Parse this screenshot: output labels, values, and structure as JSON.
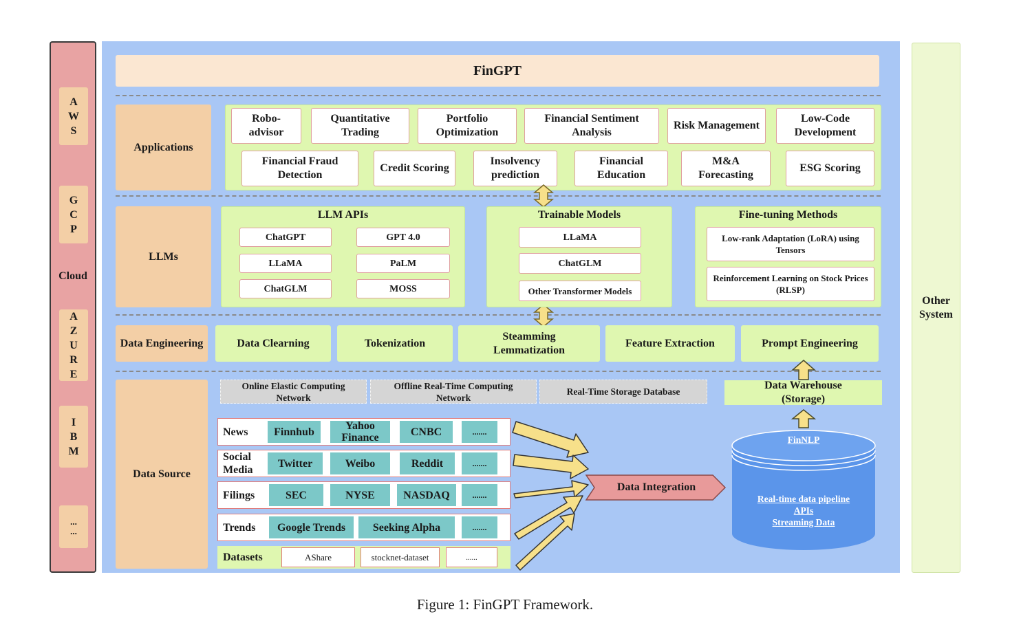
{
  "title": "FinGPT",
  "cloud": {
    "providers": [
      "A\nW\nS",
      "G\nC\nP",
      "A\nZ\nU\nR\nE",
      "I\nB\nM",
      "...\n..."
    ],
    "label": "Cloud"
  },
  "other_system": "Other System",
  "layers": {
    "applications": "Applications",
    "llms": "LLMs",
    "data_engineering": "Data Engineering",
    "data_source": "Data Source"
  },
  "applications": {
    "row1": [
      "Robo-advisor",
      "Quantitative Trading",
      "Portfolio Optimization",
      "Financial Sentiment Analysis",
      "Risk Management",
      "Low-Code Development"
    ],
    "row2": [
      "Financial Fraud Detection",
      "Credit Scoring",
      "Insolvency prediction",
      "Financial Education",
      "M&A Forecasting",
      "ESG Scoring"
    ]
  },
  "llm_apis": {
    "title": "LLM APIs",
    "items": [
      "ChatGPT",
      "GPT 4.0",
      "LLaMA",
      "PaLM",
      "ChatGLM",
      "MOSS"
    ]
  },
  "trainable_models": {
    "title": "Trainable Models",
    "items": [
      "LLaMA",
      "ChatGLM",
      "Other Transformer Models"
    ]
  },
  "finetuning": {
    "title": "Fine-tuning Methods",
    "items": [
      "Low-rank Adaptation (LoRA) using Tensors",
      "Reinforcement Learning on Stock Prices (RLSP)"
    ]
  },
  "data_engineering": [
    "Data Clearning",
    "Tokenization",
    "Steamming Lemmatization",
    "Feature Extraction",
    "Prompt Engineering"
  ],
  "computing": [
    "Online Elastic Computing Network",
    "Offline Real-Time Computing Network",
    "Real-Time Storage Database"
  ],
  "data_warehouse": "Data Warehouse (Storage)",
  "sources": [
    {
      "label": "News",
      "items": [
        "Finnhub",
        "Yahoo Finance",
        "CNBC",
        "......."
      ]
    },
    {
      "label": "Social Media",
      "items": [
        "Twitter",
        "Weibo",
        "Reddit",
        "......."
      ]
    },
    {
      "label": "Filings",
      "items": [
        "SEC",
        "NYSE",
        "NASDAQ",
        "......."
      ]
    },
    {
      "label": "Trends",
      "items": [
        "Google Trends",
        "Seeking Alpha",
        "......."
      ]
    }
  ],
  "datasets": {
    "label": "Datasets",
    "items": [
      "AShare",
      "stocknet-dataset",
      "......"
    ]
  },
  "data_integration": "Data Integration",
  "finnlp": {
    "title": "FinNLP",
    "lines": [
      "Real-time data pipeline",
      "APIs",
      "Streaming Data"
    ]
  },
  "caption": "Figure 1: FinGPT Framework."
}
